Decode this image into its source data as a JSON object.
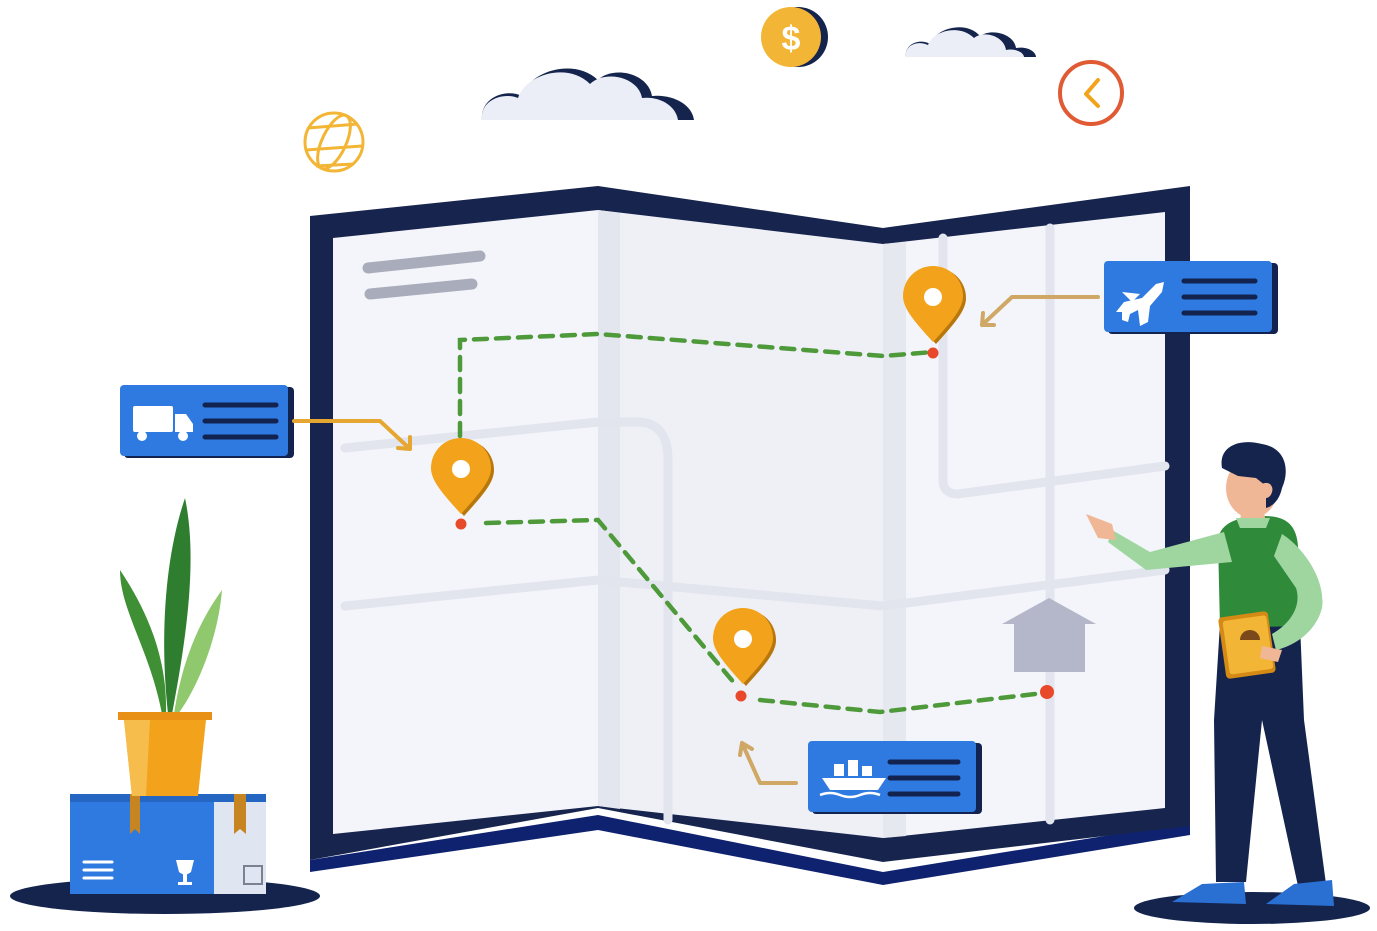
{
  "colors": {
    "map_frame": "#17244d",
    "map_paper": "#f4f5fa",
    "road": "#e3e5ee",
    "route": "#4e9a3a",
    "pin": "#f2a31b",
    "pin_dot": "#e8492a",
    "card": "#2f7ae0",
    "card_shadow": "#13234f",
    "arrow": "#e6a632",
    "cloud": "#eceef7",
    "coin": "#f2b535",
    "clock": "#e05a33",
    "globe": "#f2b535",
    "house": "#b3b7c9",
    "plant": "#4aa03a",
    "pot": "#f2a31b",
    "box": "#2f7ae0",
    "person_shirt": "#2f8a3a",
    "person_pants": "#14244d",
    "person_hair": "#14244d"
  },
  "icons": {
    "coin": "dollar-coin-icon",
    "clock": "clock-icon",
    "globe": "globe-icon",
    "truck": "truck-icon",
    "plane": "airplane-icon",
    "ship": "ship-icon",
    "pin": "location-pin-icon",
    "house": "warehouse-icon",
    "plant": "potted-plant-icon",
    "box": "shipping-box-icon",
    "person": "person-icon"
  },
  "coin_symbol": "$",
  "route": {
    "stops": [
      "truck-stop",
      "plane-stop",
      "ship-stop",
      "warehouse"
    ]
  }
}
